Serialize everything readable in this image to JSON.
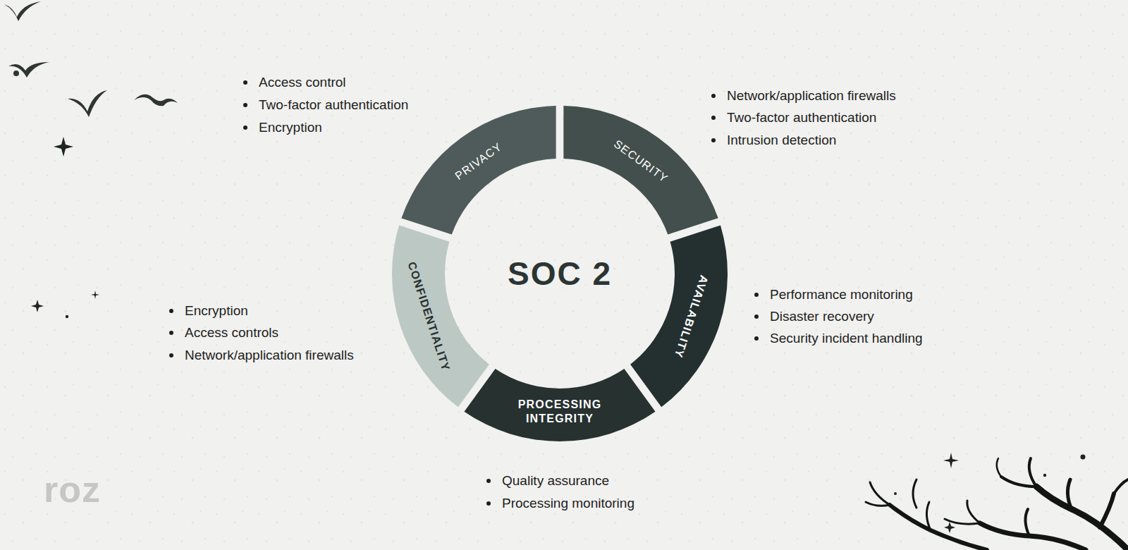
{
  "diagram": {
    "title": "SOC 2",
    "nodes": [
      {
        "text": [
          "PRIVACY"
        ]
      },
      {
        "text": [
          "SECURITY"
        ]
      },
      {
        "text": [
          "AVAILABILITY"
        ]
      },
      {
        "text": [
          "PROCESSING INTEGRITY"
        ]
      },
      {
        "text": [
          "CONFIDENTIALITY"
        ]
      }
    ],
    "labels": [
      "Access control",
      "Two-factor authentication",
      "Encryption",
      "Network/application firewalls",
      "Two-factor authentication",
      "Intrusion detection",
      "Performance monitoring",
      "Disaster recovery",
      "Security incident handling",
      "Encryption",
      "Access controls",
      "Network/application firewalls",
      "Quality assurance",
      "Processing monitoring",
      "roz"
    ]
  }
}
